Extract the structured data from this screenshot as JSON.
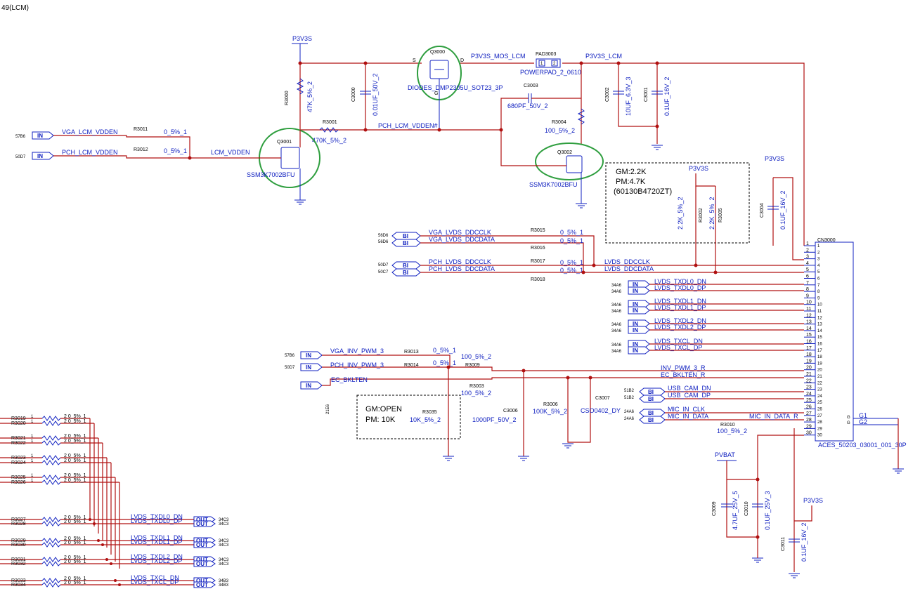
{
  "title": "49(LCM)",
  "rails": {
    "p3v3s": "P3V3S",
    "p3v3s_lcm": "P3V3S_LCM",
    "p3v3s_mos": "P3V3S_MOS_LCM",
    "pvbat": "PVBAT"
  },
  "transistors": {
    "q3000": {
      "ref": "Q3000",
      "part": "DIODES_DMP2305U_SOT23_3P"
    },
    "q3001": {
      "ref": "Q3001",
      "part": "SSM3K7002BFU"
    },
    "q3002": {
      "ref": "Q3002",
      "part": "SSM3K7002BFU"
    }
  },
  "pad": {
    "ref": "PAD3003",
    "part": "POWERPAD_2_0610"
  },
  "components": {
    "r3000": {
      "ref": "R3000",
      "value": "47K_5%_2"
    },
    "r3001": {
      "ref": "R3001",
      "value": "470K_5%_2"
    },
    "r3004": {
      "ref": "R3004",
      "value": "100_5%_2"
    },
    "c3000": {
      "ref": "C3000",
      "value": "0.01UF_50V_2"
    },
    "c3003": {
      "ref": "C3003",
      "value": "680PF_50V_2"
    },
    "c3002": {
      "ref": "C3002",
      "value": "10UF_6.3V_3"
    },
    "c3001": {
      "ref": "C3001",
      "value": "0.1UF_16V_2"
    },
    "r3011": {
      "ref": "R3011",
      "value": "0_5%_1"
    },
    "r3012": {
      "ref": "R3012",
      "value": "0_5%_1"
    },
    "r3002": {
      "ref": "R3002",
      "value": "2.2K_5%_2"
    },
    "r3005": {
      "ref": "R3005",
      "value": "2.2K_5%_2"
    },
    "c3004": {
      "ref": "C3004",
      "value": "0.1UF_16V_2"
    },
    "r3015": {
      "ref": "R3015",
      "value": "0_5%_1"
    },
    "r3016": {
      "ref": "R3016",
      "value": "0_5%_1"
    },
    "r3017": {
      "ref": "R3017",
      "value": "0_5%_1"
    },
    "r3018": {
      "ref": "R3018",
      "value": "0_5%_1"
    },
    "r3013": {
      "ref": "R3013",
      "value": "0_5%_1"
    },
    "r3014": {
      "ref": "R3014",
      "value": "0_5%_1"
    },
    "r3009": {
      "ref": "R3009",
      "value": "100_5%_2"
    },
    "r3003": {
      "ref": "R3003",
      "value": "100_5%_2"
    },
    "r3035": {
      "ref": "R3035",
      "value": "10K_5%_2"
    },
    "c3006": {
      "ref": "C3006",
      "value": "1000PF_50V_2"
    },
    "r3006": {
      "ref": "R3006",
      "value": "100K_5%_2"
    },
    "c3007": {
      "ref": "C3007",
      "value": "CSO0402_DY"
    },
    "r3010": {
      "ref": "R3010",
      "value": "100_5%_2"
    },
    "c3009": {
      "ref": "C3009",
      "value": "4.7UF_25V_5"
    },
    "c3010": {
      "ref": "C3010",
      "value": "0.1UF_25V_3"
    },
    "c3011": {
      "ref": "C3011",
      "value": "0.1UF_16V_2"
    }
  },
  "nets": {
    "vga_lcm_vdden": "VGA_LCM_VDDEN",
    "pch_lcm_vdden": "PCH_LCM_VDDEN",
    "lcm_vdden": "LCM_VDDEN",
    "pch_lcm_vdden_hash": "PCH_LCM_VDDEN#",
    "vga_lvds_ddcclk": "VGA_LVDS_DDCCLK",
    "vga_lvds_ddcdata": "VGA_LVDS_DDCDATA",
    "pch_lvds_ddcclk": "PCH_LVDS_DDCCLK",
    "pch_lvds_ddcdata": "PCH_LVDS_DDCDATA",
    "lvds_ddcclk": "LVDS_DDCCLK",
    "lvds_ddcdata": "LVDS_DDCDATA",
    "vga_inv_pwm": "VGA_INV_PWM_3",
    "pch_inv_pwm": "PCH_INV_PWM_3",
    "ec_bklten": "EC_BKLTEN",
    "inv_pwm_r": "INV_PWM_3_R",
    "ec_bklten_r": "EC_BKLTEN_R",
    "usb_cam_dn": "USB_CAM_DN",
    "usb_cam_dp": "USB_CAM_DP",
    "mic_in_clk": "MIC_IN_CLK",
    "mic_in_data": "MIC_IN_DATA",
    "mic_in_data_r": "MIC_IN_DATA_R",
    "g1": "G1",
    "g2": "G2"
  },
  "pages": {
    "p57b6": "57B6",
    "p50d7": "50D7",
    "p56d6": "56D6",
    "p50c7": "50C7",
    "p34a6": "34A6",
    "p51b2": "51B2",
    "p24a6": "24A6",
    "p21e6": "21E6",
    "p34c3": "34C3",
    "p34b3": "34B3"
  },
  "ports": {
    "in": "IN",
    "bi": "BI",
    "out": "OUT"
  },
  "lvds_in": [
    {
      "page": "34A6",
      "name": "LVDS_TXDL0_DN"
    },
    {
      "page": "34A6",
      "name": "LVDS_TXDL0_DP"
    },
    {
      "page": "34A6",
      "name": "LVDS_TXDL1_DN"
    },
    {
      "page": "34A6",
      "name": "LVDS_TXDL1_DP"
    },
    {
      "page": "34A6",
      "name": "LVDS_TXDL2_DN"
    },
    {
      "page": "34A6",
      "name": "LVDS_TXDL2_DP"
    },
    {
      "page": "34A6",
      "name": "LVDS_TXCL_DN"
    },
    {
      "page": "34A6",
      "name": "LVDS_TXCL_DP"
    }
  ],
  "lvds_out": [
    {
      "ref": "R3027",
      "net": "LVDS_TXDL0_DN",
      "page": "34C3"
    },
    {
      "ref": "R3028",
      "net": "LVDS_TXDL0_DP",
      "page": "34C3"
    },
    {
      "ref": "R3029",
      "net": "LVDS_TXDL1_DN",
      "page": "34C3"
    },
    {
      "ref": "R3030",
      "net": "LVDS_TXDL1_DP",
      "page": "34C3"
    },
    {
      "ref": "R3031",
      "net": "LVDS_TXDL2_DN",
      "page": "34C3"
    },
    {
      "ref": "R3032",
      "net": "LVDS_TXDL2_DP",
      "page": "34C3"
    },
    {
      "ref": "R3033",
      "net": "LVDS_TXCL_DN",
      "page": "34B3"
    },
    {
      "ref": "R3034",
      "net": "LVDS_TXCL_DP",
      "page": "34B3"
    }
  ],
  "lvds_out_value": "0_5%_1",
  "jumper_rows": [
    "R3019",
    "R3020",
    "R3021",
    "R3022",
    "R3023",
    "R3024",
    "R3025",
    "R3026"
  ],
  "connector": {
    "ref": "CN3000",
    "part": "ACES_50203_03001_001_30P",
    "pins": [
      "1",
      "2",
      "3",
      "4",
      "5",
      "6",
      "7",
      "8",
      "9",
      "10",
      "11",
      "12",
      "13",
      "14",
      "15",
      "16",
      "17",
      "18",
      "19",
      "20",
      "21",
      "22",
      "23",
      "24",
      "25",
      "26",
      "27",
      "28",
      "29",
      "30"
    ],
    "g_pin": "G"
  },
  "notes": {
    "gm_pm": [
      "GM:2.2K",
      "PM:4.7K",
      "(60130B4720ZT)"
    ],
    "gm_open": [
      "GM:OPEN",
      "PM: 10K"
    ]
  },
  "pin_numbers": [
    "1",
    "2",
    "3"
  ]
}
